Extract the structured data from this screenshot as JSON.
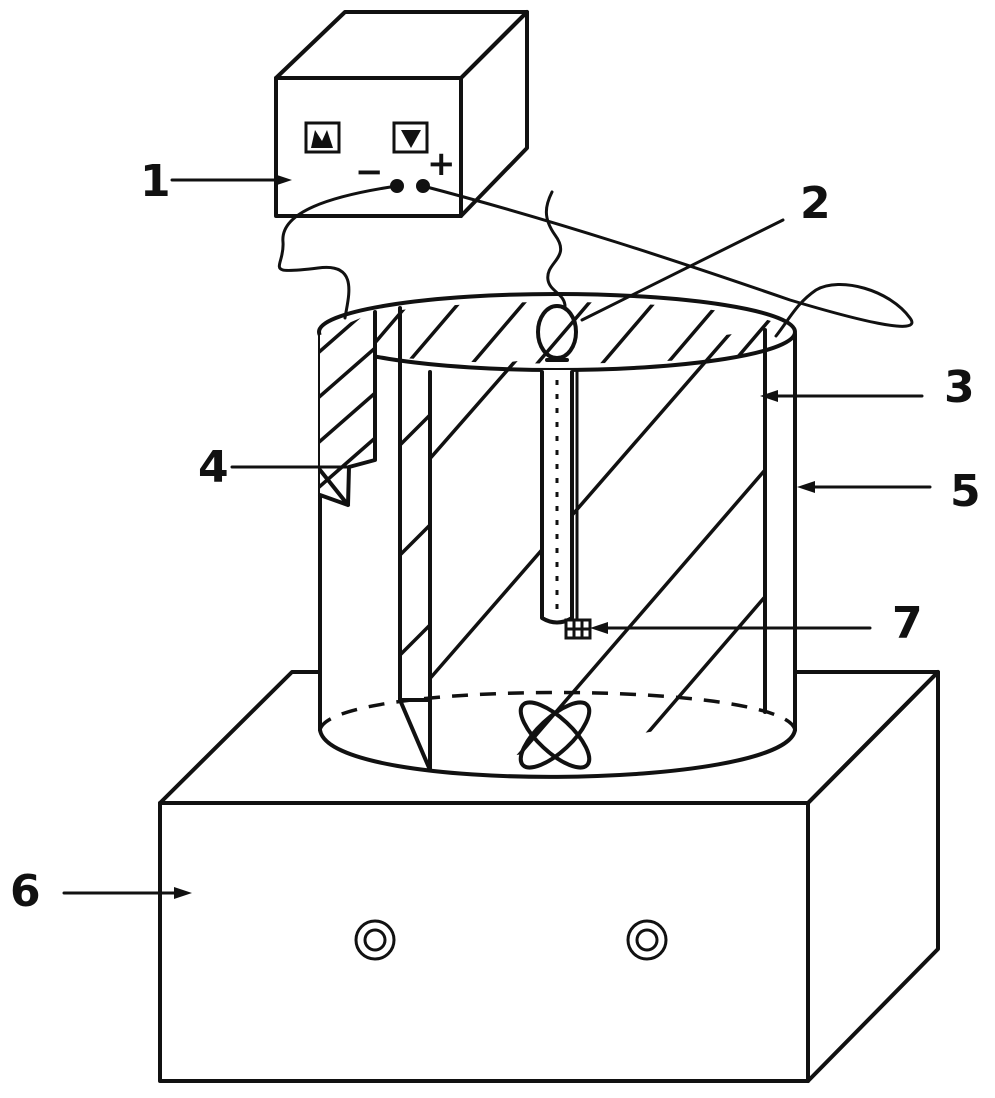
{
  "figure": {
    "callouts": [
      {
        "id": "power-supply",
        "label": "1"
      },
      {
        "id": "electrode-holder",
        "label": "2"
      },
      {
        "id": "inner-electrode",
        "label": "3"
      },
      {
        "id": "counter-electrode",
        "label": "4"
      },
      {
        "id": "beaker",
        "label": "5"
      },
      {
        "id": "magnetic-stirrer",
        "label": "6"
      },
      {
        "id": "sample",
        "label": "7"
      }
    ],
    "terminals": {
      "negative": "−",
      "positive": "+"
    }
  }
}
